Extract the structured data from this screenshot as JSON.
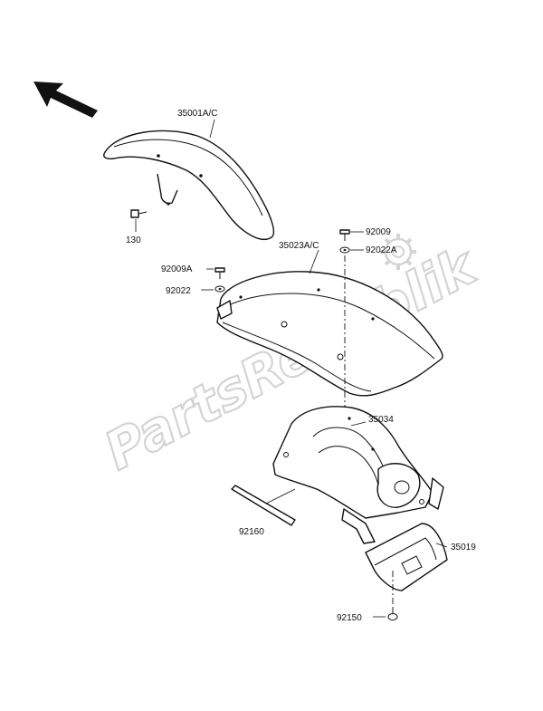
{
  "watermark": {
    "text": "PartsRepublik"
  },
  "labels": {
    "front_fender": "35001A/C",
    "bolt_front": "130",
    "bolt_top": "92009",
    "washer_top": "92022A",
    "rear_fender": "35023A/C",
    "bolt_left": "92009A",
    "washer_left": "92022",
    "inner_fender": "35034",
    "strip": "92160",
    "bracket": "35019",
    "bolt_bottom": "92150"
  },
  "icons": [
    "direction-arrow-icon",
    "gear-logo-icon"
  ],
  "colors": {
    "line": "#111111",
    "watermark": "#d4d4d4"
  }
}
